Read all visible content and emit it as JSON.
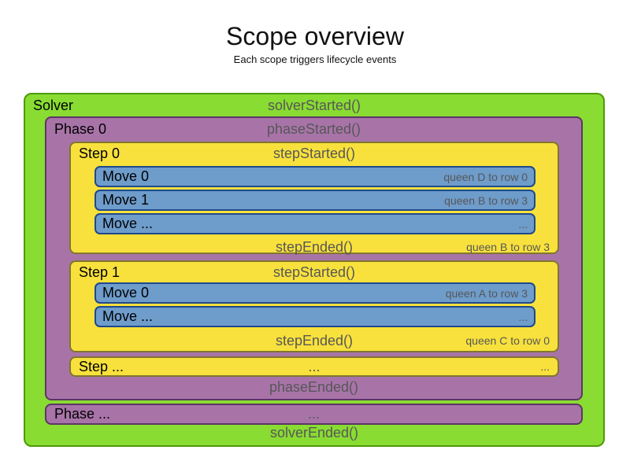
{
  "title": "Scope overview",
  "subtitle": "Each scope triggers lifecycle events",
  "colors": {
    "solver_fill": "#89DC32",
    "solver_border": "#4E9A06",
    "phase_fill": "#A874A8",
    "phase_border": "#5C3566",
    "step_fill": "#F8E13C",
    "step_border": "#80762F",
    "move_fill": "#6E9CCB",
    "move_border": "#20498C",
    "label_text": "#000000",
    "event_text": "#575757"
  },
  "solver": {
    "label": "Solver",
    "started_event": "solverStarted()",
    "ended_event": "solverEnded()",
    "phases": [
      {
        "label": "Phase 0",
        "started_event": "phaseStarted()",
        "ended_event": "phaseEnded()",
        "steps": [
          {
            "label": "Step 0",
            "started_event": "stepStarted()",
            "moves": [
              {
                "label": "Move 0",
                "detail": "queen D to row 0"
              },
              {
                "label": "Move 1",
                "detail": "queen B to row 3"
              },
              {
                "label": "Move ...",
                "detail": "..."
              }
            ],
            "ended_event": "stepEnded()",
            "ended_detail": "queen B to row 3"
          },
          {
            "label": "Step 1",
            "started_event": "stepStarted()",
            "moves": [
              {
                "label": "Move 0",
                "detail": "queen A to row 3"
              },
              {
                "label": "Move ...",
                "detail": "..."
              }
            ],
            "ended_event": "stepEnded()",
            "ended_detail": "queen C to row 0"
          }
        ],
        "more_steps": {
          "label": "Step ...",
          "center_ellipsis": "...",
          "right_ellipsis": "..."
        }
      }
    ],
    "more_phases": {
      "label": "Phase ...",
      "center_ellipsis": "..."
    }
  }
}
